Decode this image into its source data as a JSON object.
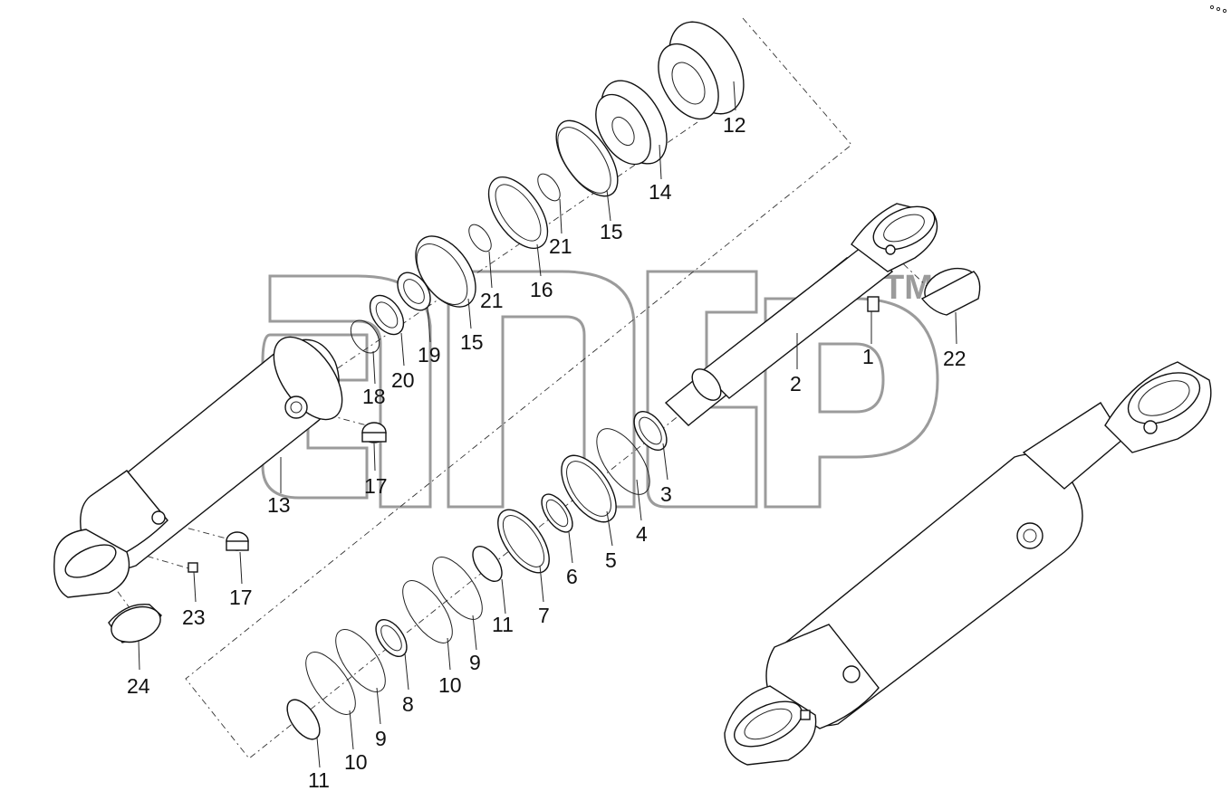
{
  "diagram": {
    "watermark_text": "TM",
    "callouts": [
      {
        "id": "c1",
        "text": "1"
      },
      {
        "id": "c2",
        "text": "2"
      },
      {
        "id": "c3",
        "text": "3"
      },
      {
        "id": "c4",
        "text": "4"
      },
      {
        "id": "c5",
        "text": "5"
      },
      {
        "id": "c6",
        "text": "6"
      },
      {
        "id": "c7",
        "text": "7"
      },
      {
        "id": "c8",
        "text": "8"
      },
      {
        "id": "c9a",
        "text": "9"
      },
      {
        "id": "c9b",
        "text": "9"
      },
      {
        "id": "c10a",
        "text": "10"
      },
      {
        "id": "c10b",
        "text": "10"
      },
      {
        "id": "c11a",
        "text": "11"
      },
      {
        "id": "c11b",
        "text": "11"
      },
      {
        "id": "c12",
        "text": "12"
      },
      {
        "id": "c13",
        "text": "13"
      },
      {
        "id": "c14",
        "text": "14"
      },
      {
        "id": "c15a",
        "text": "15"
      },
      {
        "id": "c15b",
        "text": "15"
      },
      {
        "id": "c16",
        "text": "16"
      },
      {
        "id": "c17a",
        "text": "17"
      },
      {
        "id": "c17b",
        "text": "17"
      },
      {
        "id": "c18",
        "text": "18"
      },
      {
        "id": "c19",
        "text": "19"
      },
      {
        "id": "c20",
        "text": "20"
      },
      {
        "id": "c21a",
        "text": "21"
      },
      {
        "id": "c21b",
        "text": "21"
      },
      {
        "id": "c22",
        "text": "22"
      },
      {
        "id": "c23",
        "text": "23"
      },
      {
        "id": "c24",
        "text": "24"
      }
    ]
  }
}
